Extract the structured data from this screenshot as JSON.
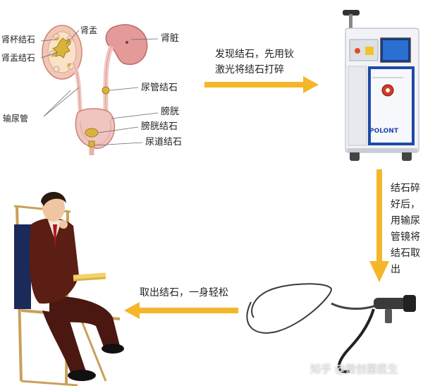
{
  "anatomy_labels": {
    "renal_calyx_stone": "肾杯结石",
    "renal_pelvis": "肾盂",
    "renal_pelvis_stone": "肾盂结石",
    "kidney": "肾脏",
    "ureteral_stone": "尿管结石",
    "ureter": "输尿管",
    "bladder": "膀胱",
    "bladder_stone": "膀胱结石",
    "urethral_stone": "尿道结石"
  },
  "steps": {
    "step1": [
      "发现结石，先用钬",
      "激光将结石打碎"
    ],
    "step2": [
      "结石碎",
      "好后，",
      "用输尿",
      "管镜将",
      "结石取",
      "出"
    ],
    "step3": "取出结石，一身轻松"
  },
  "device_brand": "POLONT",
  "watermark": "知乎 @微创菌医生",
  "colors": {
    "arrow": "#f5b62a",
    "kidney": "#e59a9a",
    "bladder": "#f0c4c0",
    "stone": "#d9b23a",
    "suit": "#5a1e14",
    "machine_blue": "#1e4aa8"
  }
}
